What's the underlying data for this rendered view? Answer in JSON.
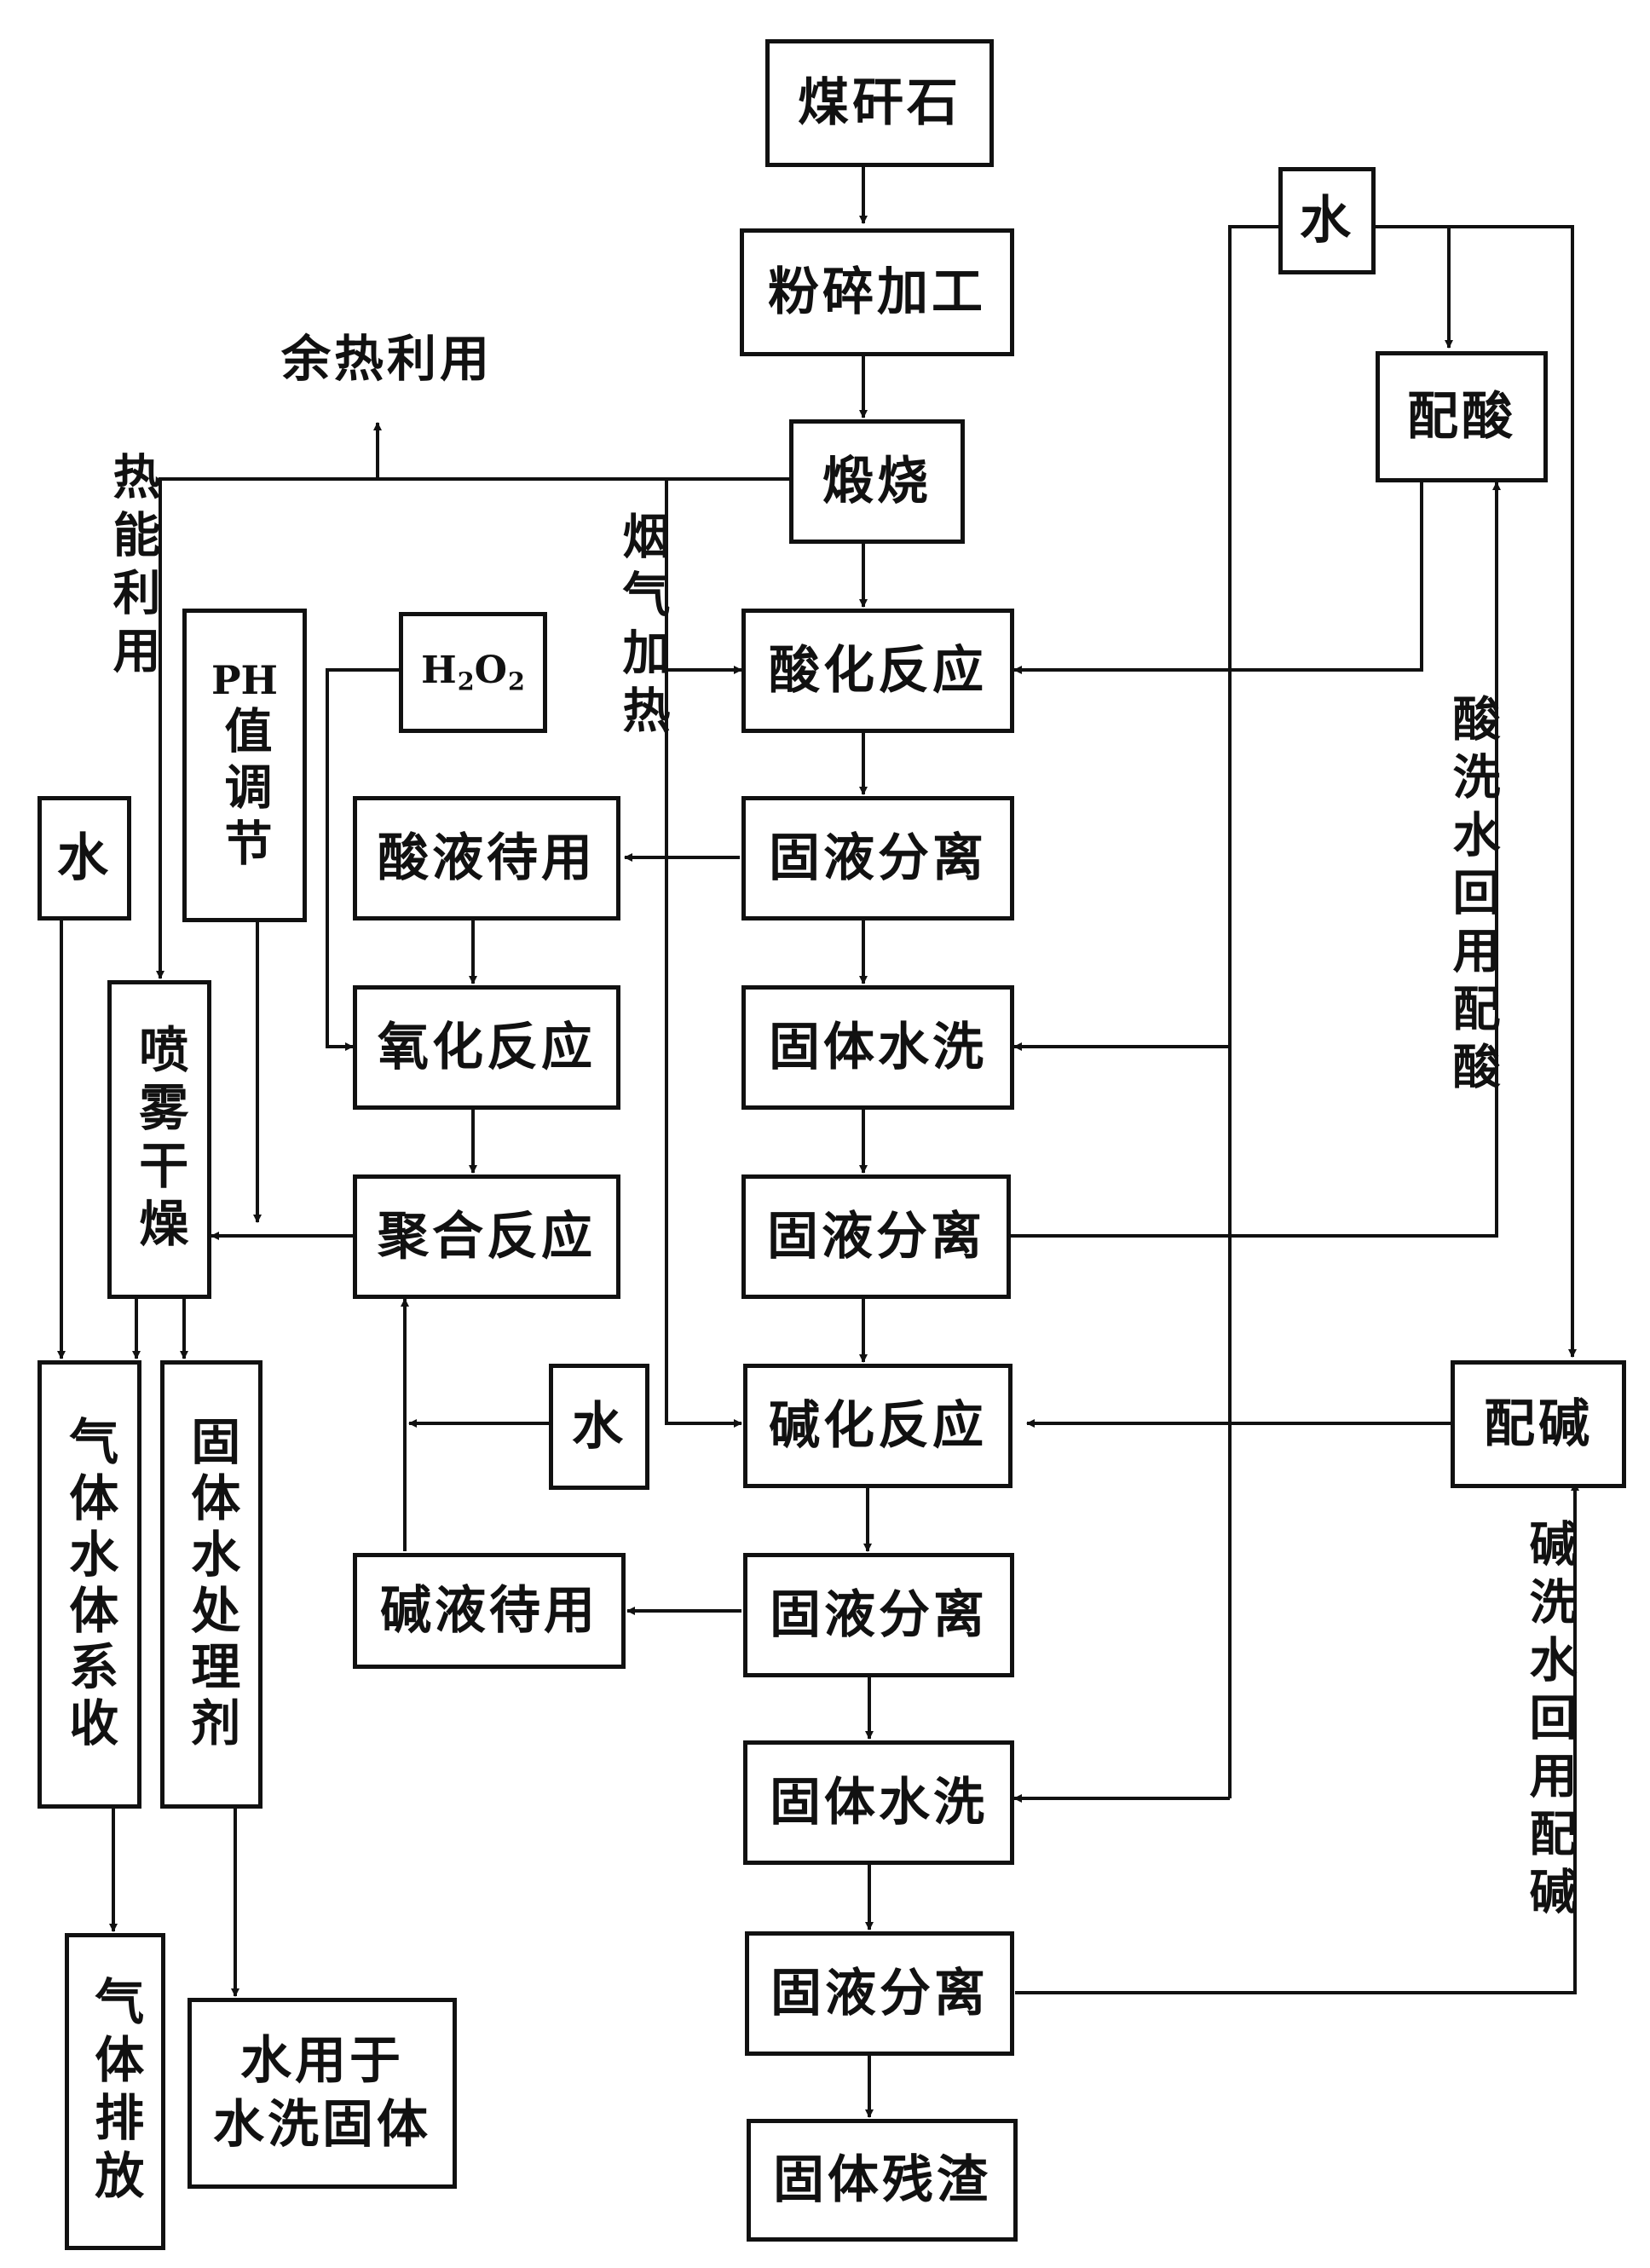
{
  "nodes": {
    "coal_gangue": "煤矸石",
    "crushing": "粉碎加工",
    "calcination": "煅烧",
    "acidification": "酸化反应",
    "sl_sep_1": "固液分离",
    "solid_wash_1": "固体水洗",
    "sl_sep_2": "固液分离",
    "alkalization": "碱化反应",
    "sl_sep_3": "固液分离",
    "solid_wash_2": "固体水洗",
    "sl_sep_4": "固液分离",
    "solid_residue": "固体残渣",
    "water_top": "水",
    "acid_prep": "配酸",
    "alkali_prep": "配碱",
    "h2o2_main": "H",
    "h2o2_sub1": "2",
    "h2o2_mid": "O",
    "h2o2_sub2": "2",
    "acid_standby": "酸液待用",
    "oxidation": "氧化反应",
    "polymerization": "聚合反应",
    "water_mid": "水",
    "alkali_standby": "碱液待用",
    "ph_latin": "PH",
    "ph_cjk": "值调节",
    "water_left": "水",
    "spray_drying": "喷雾干燥",
    "gas_water_recovery": "气体水体系收",
    "solid_water_agent": "固体水处理剂",
    "gas_discharge": "气体排放",
    "water_reuse_line1": "水用于",
    "water_reuse_line2": "水洗固体"
  },
  "labels": {
    "waste_heat": "余热利用",
    "thermal_use": "热能利用",
    "flue_gas_heating": "烟气加热",
    "acid_wash_recycle": "酸洗水回用配酸",
    "alkali_wash_recycle": "碱洗水回用配碱"
  }
}
